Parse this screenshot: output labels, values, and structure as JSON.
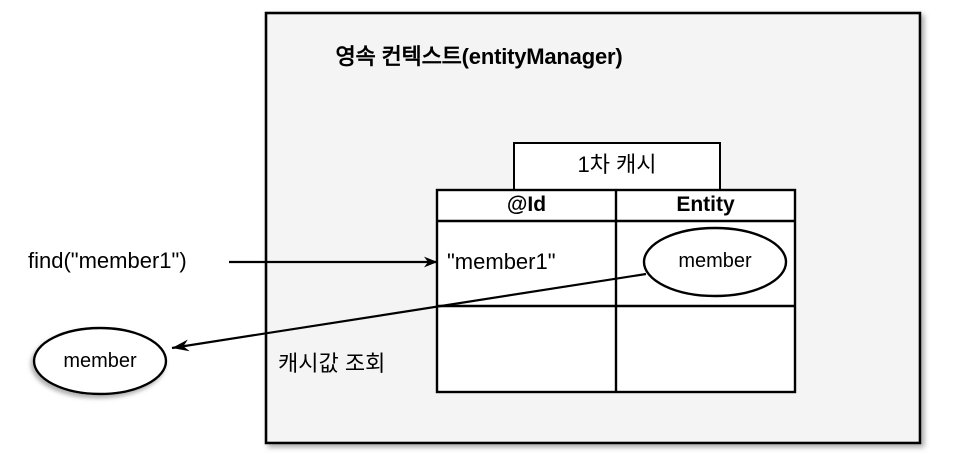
{
  "diagram": {
    "title": "영속 컨텍스트(entityManager)",
    "container": {
      "fill": "#f4f4f4",
      "stroke": "#000000"
    },
    "cache": {
      "label": "1차 캐시",
      "columns": [
        "@Id",
        "Entity"
      ],
      "rows": [
        {
          "id": "\"member1\"",
          "entity": "member"
        },
        {
          "id": "",
          "entity": ""
        }
      ]
    },
    "flows": [
      {
        "name": "find-call",
        "label": "find(\"member1\")",
        "direction": "right"
      },
      {
        "name": "cache-lookup",
        "label": "캐시값 조회",
        "direction": "left"
      }
    ],
    "result_entity": {
      "label": "member"
    },
    "colors": {
      "line": "#000000",
      "text": "#000000",
      "panel_fill": "#f4f4f4",
      "cell_fill": "#ffffff",
      "shadow": "#b4b4b4"
    }
  }
}
